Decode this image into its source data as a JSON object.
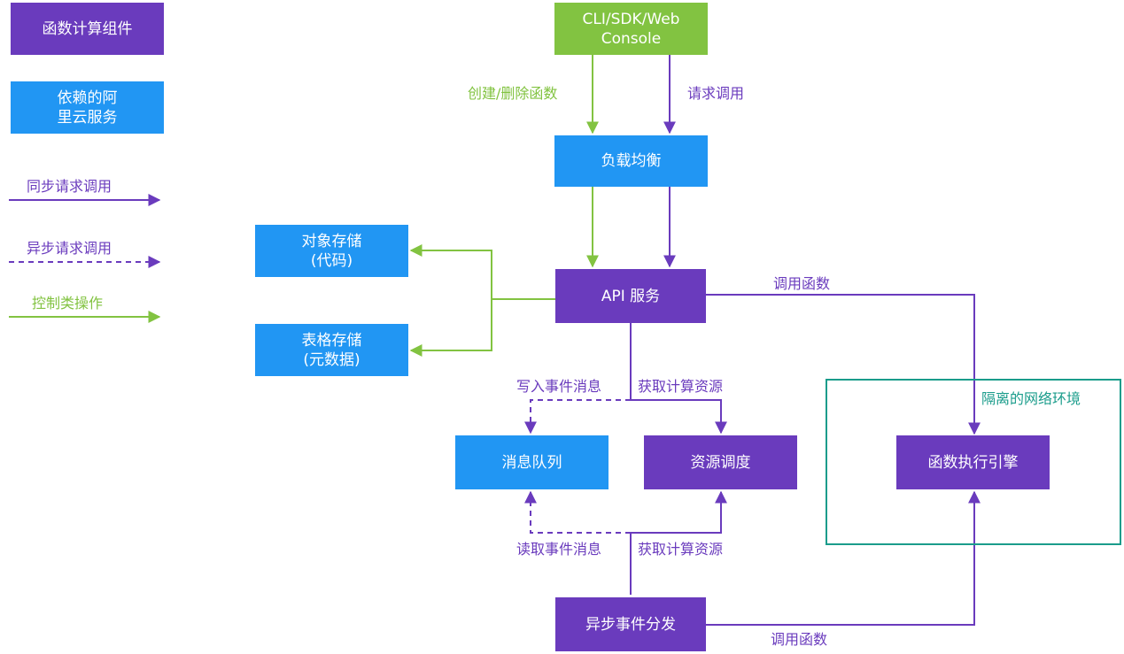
{
  "colors": {
    "purple": "#6a3bbd",
    "blue": "#2196f3",
    "green": "#82c341",
    "teal": "#1a9c8b"
  },
  "legend": {
    "component": "函数计算组件",
    "dependency": "依赖的阿\n里云服务",
    "sync": "同步请求调用",
    "async": "异步请求调用",
    "control": "控制类操作"
  },
  "nodes": {
    "client": "CLI/SDK/Web\nConsole",
    "lb": "负载均衡",
    "api": "API 服务",
    "oss": "对象存储\n(代码)",
    "ots": "表格存储\n(元数据)",
    "mq": "消息队列",
    "scheduler": "资源调度",
    "engine": "函数执行引擎",
    "async_dispatch": "异步事件分发"
  },
  "region": {
    "label": "隔离的网络环境"
  },
  "edges": {
    "create_delete": "创建/删除函数",
    "request_invoke": "请求调用",
    "invoke_fn_api": "调用函数",
    "write_event": "写入事件消息",
    "get_resource_api": "获取计算资源",
    "read_event": "读取事件消息",
    "get_resource_async": "获取计算资源",
    "invoke_fn_async": "调用函数"
  }
}
